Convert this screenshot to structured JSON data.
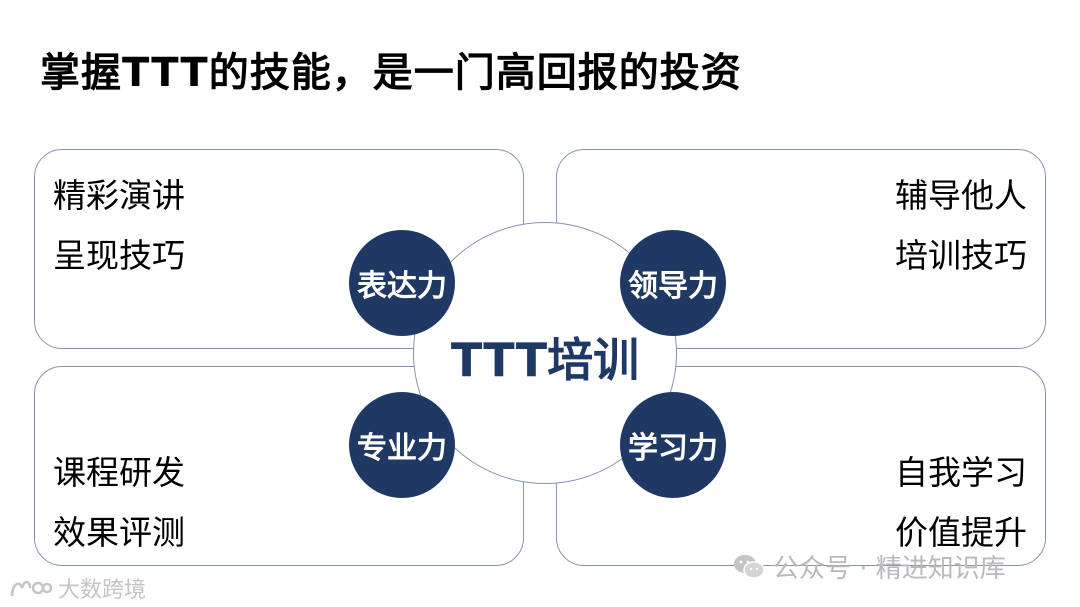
{
  "title": "掌握TTT的技能，是一门高回报的投资",
  "center": {
    "label": "TTT培训"
  },
  "quadrants": {
    "top_left": {
      "badge": "表达力",
      "items": [
        "精彩演讲",
        "呈现技巧"
      ]
    },
    "top_right": {
      "badge": "领导力",
      "items": [
        "辅导他人",
        "培训技巧"
      ]
    },
    "bottom_left": {
      "badge": "专业力",
      "items": [
        "课程研发",
        "效果评测"
      ]
    },
    "bottom_right": {
      "badge": "学习力",
      "items": [
        "自我学习",
        "价值提升"
      ]
    }
  },
  "watermarks": {
    "right": "公众号 · 精进知识库",
    "left": "大数跨境"
  },
  "colors": {
    "badge_fill": "#203864",
    "center_text": "#1f3864",
    "border": "#8494b4"
  },
  "icons": {
    "wechat": "wechat-icon",
    "logo": "logo-icon"
  }
}
